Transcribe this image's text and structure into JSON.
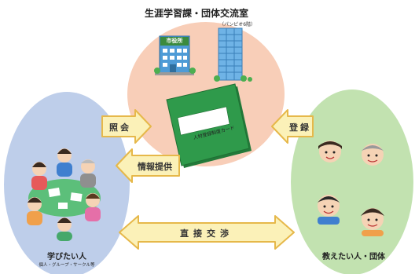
{
  "top": {
    "title": "生涯学習課・団体交流室",
    "subtitle": "（パンピオ6階）",
    "building_sign": "市役所"
  },
  "card": {
    "label": "人材登録制度カード"
  },
  "arrows": {
    "inquiry": "照会",
    "info": "情報提供",
    "register": "登録",
    "direct": "直接交渉"
  },
  "left": {
    "title": "学びたい人",
    "subtitle": "個人・グループ・サークル等"
  },
  "right": {
    "title": "教えたい人・団体"
  },
  "colors": {
    "top_circle": "#f7c9b0",
    "left_circle": "#b7c9e8",
    "right_circle": "#bfe0ac",
    "arrow_fill": "#fbf1b8",
    "arrow_stroke": "#e6b84a",
    "card": "#2f9a4b"
  }
}
